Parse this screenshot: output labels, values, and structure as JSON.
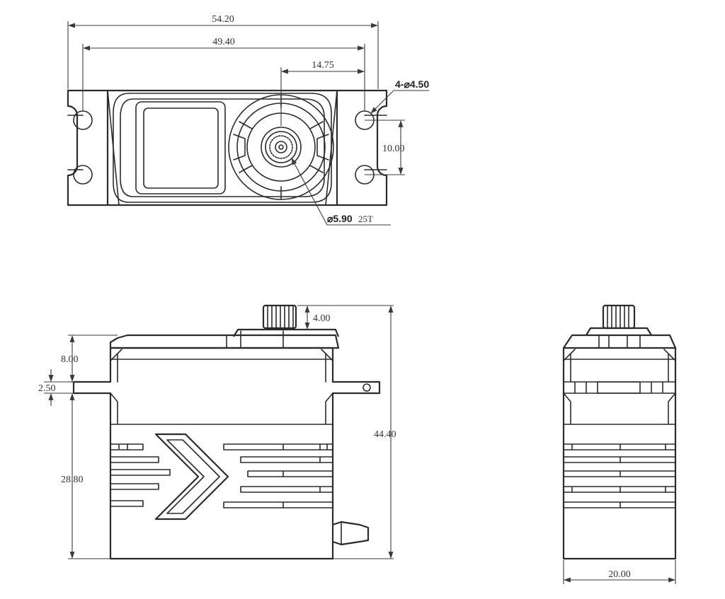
{
  "dimensions": {
    "overall_length": "54.20",
    "hole_spacing": "49.40",
    "output_offset": "14.75",
    "mounting_holes": "4-⌀4.50",
    "hole_pitch": "10.00",
    "spline": "⌀5.90",
    "spline_teeth": "25T",
    "spline_height": "4.00",
    "top_to_flange": "8.00",
    "flange_thickness": "2.50",
    "flange_to_bottom": "28.80",
    "overall_height": "44.40",
    "width": "20.00"
  },
  "colors": {
    "line": "#2b2b2b",
    "background": "#ffffff"
  }
}
